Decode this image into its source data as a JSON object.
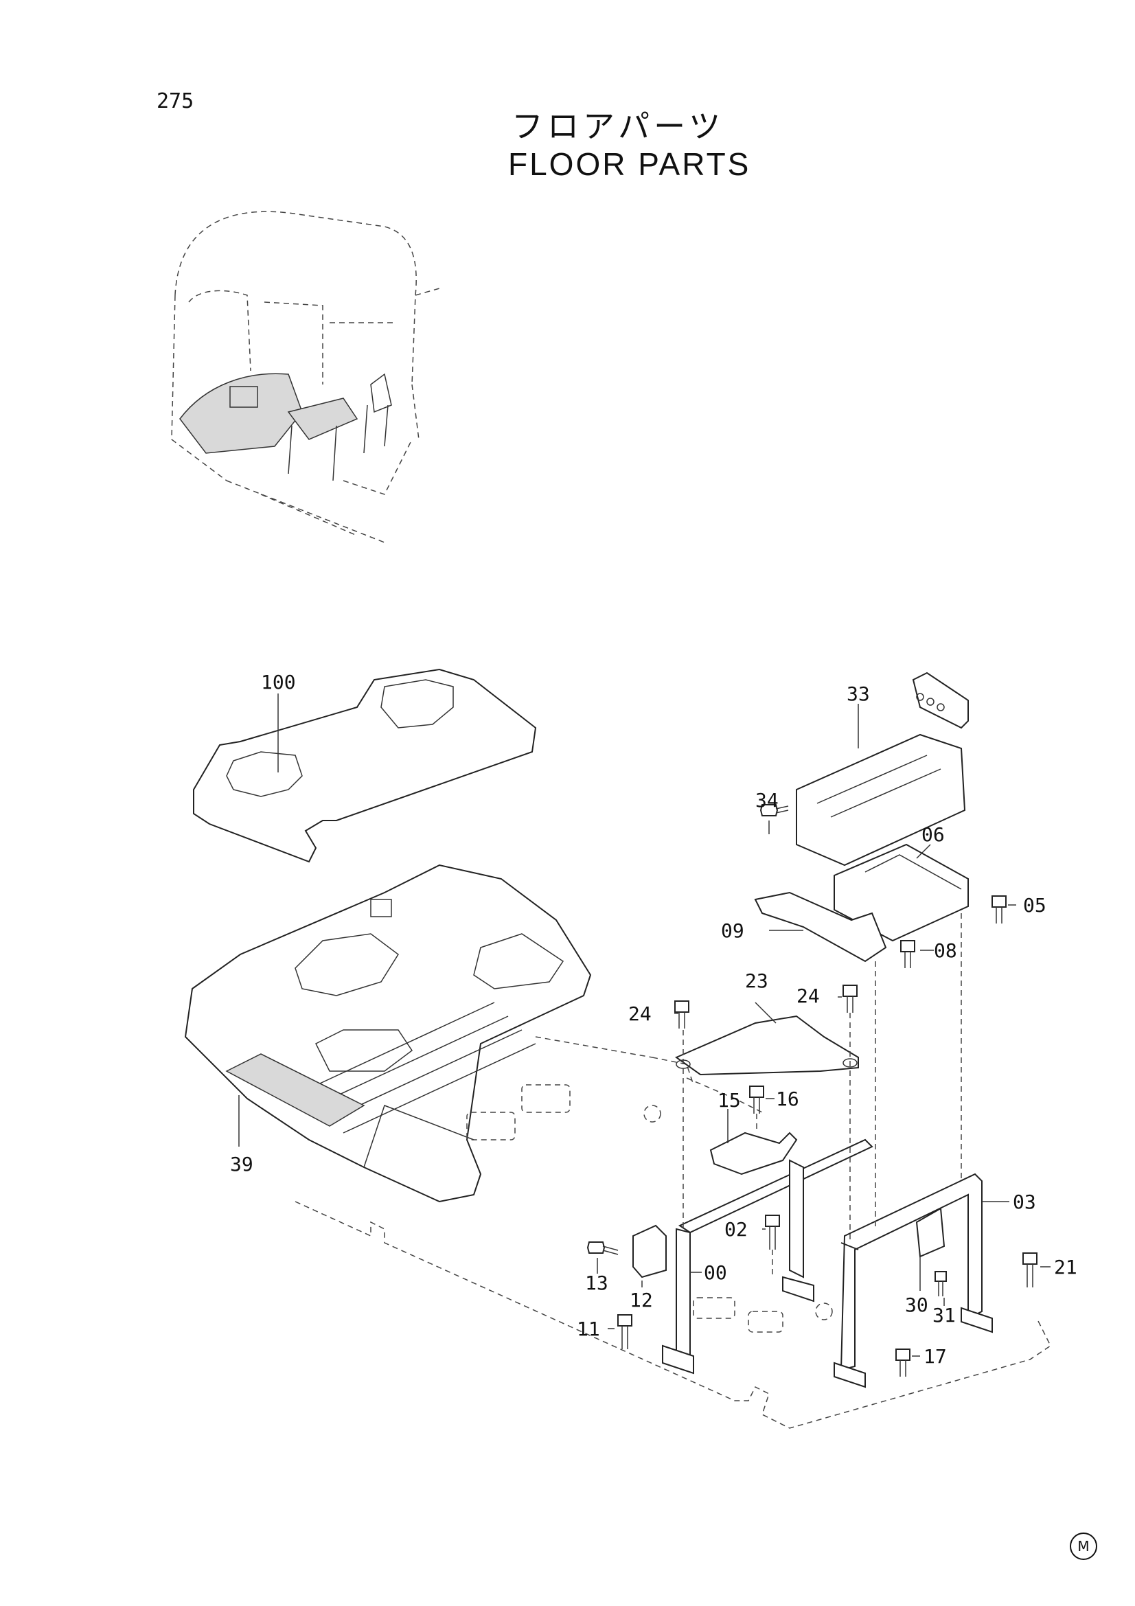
{
  "page": {
    "number": "275",
    "title_jp": "フロアパーツ",
    "title_en": "FLOOR PARTS",
    "corner_mark": "M"
  },
  "callouts": [
    "100",
    "33",
    "34",
    "06",
    "05",
    "09",
    "08",
    "23",
    "24",
    "24",
    "16",
    "15",
    "03",
    "02",
    "00",
    "13",
    "12",
    "11",
    "21",
    "30",
    "31",
    "17",
    "39"
  ]
}
